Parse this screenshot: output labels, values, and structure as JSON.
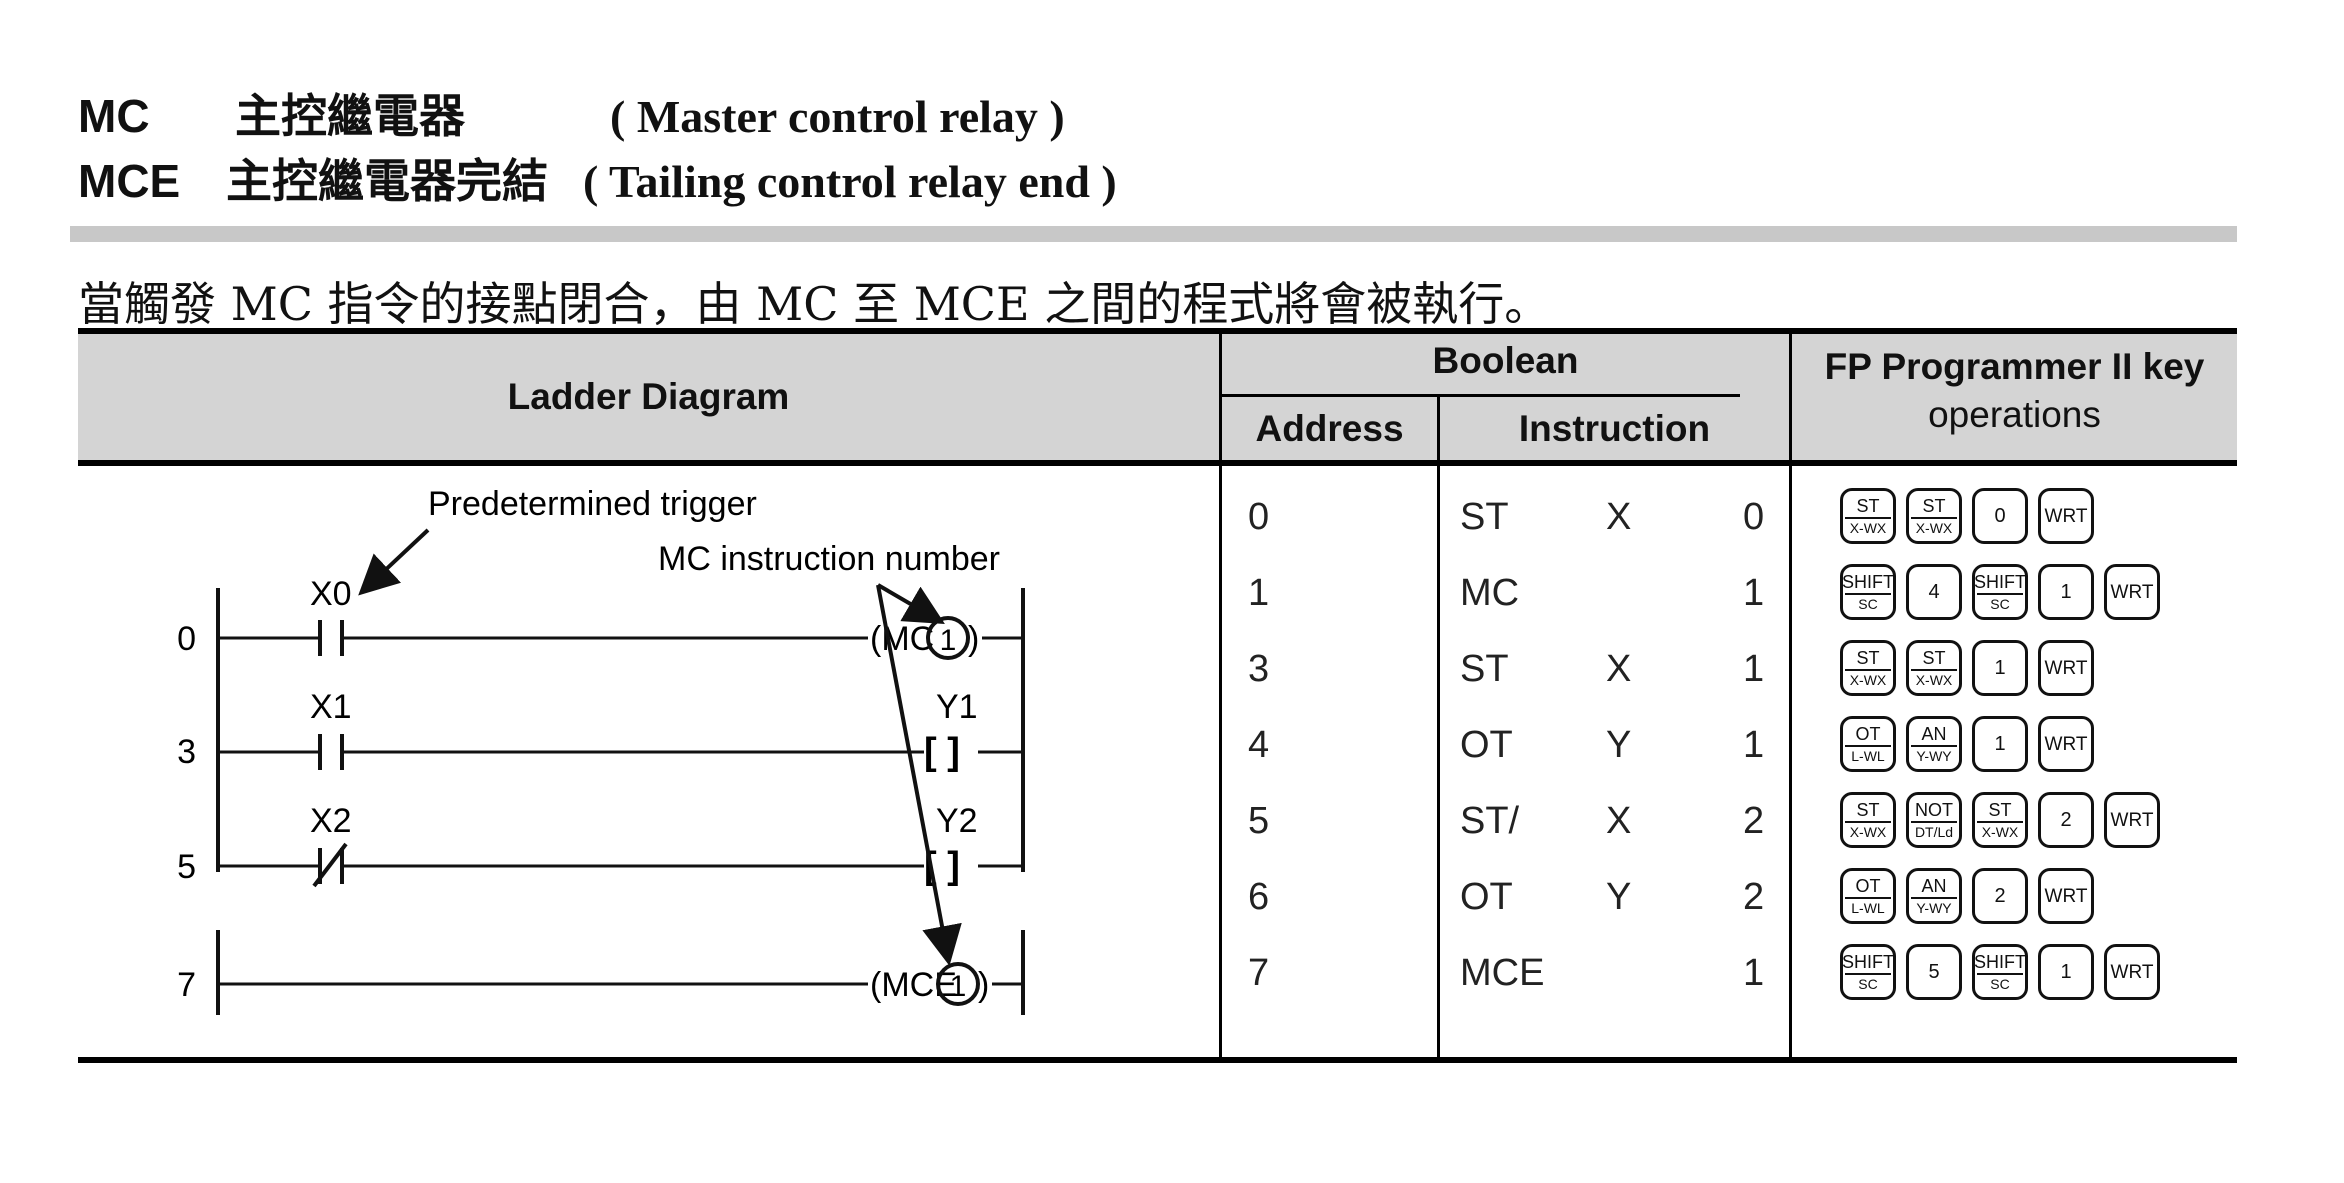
{
  "heading": {
    "line1": {
      "code": "MC",
      "zh": "主控繼電器",
      "en": "( Master control relay )"
    },
    "line2": {
      "code": "MCE",
      "zh": "主控繼電器完結",
      "en": "( Tailing control relay end )"
    }
  },
  "description": "當觸發 MC 指令的接點閉合，由 MC 至 MCE 之間的程式將會被執行。",
  "table": {
    "headers": {
      "ladder": "Ladder Diagram",
      "boolean": "Boolean",
      "address": "Address",
      "instruction": "Instruction",
      "fp_line1": "FP Programmer II key",
      "fp_line2": "operations"
    },
    "rows": [
      {
        "address": "0",
        "op": "ST",
        "dev": "X",
        "num": "0"
      },
      {
        "address": "1",
        "op": "MC",
        "dev": "",
        "num": "1"
      },
      {
        "address": "3",
        "op": "ST",
        "dev": "X",
        "num": "1"
      },
      {
        "address": "4",
        "op": "OT",
        "dev": "Y",
        "num": "1"
      },
      {
        "address": "5",
        "op": "ST/",
        "dev": "X",
        "num": "2"
      },
      {
        "address": "6",
        "op": "OT",
        "dev": "Y",
        "num": "2"
      },
      {
        "address": "7",
        "op": "MCE",
        "dev": "",
        "num": "1"
      }
    ],
    "keys": [
      [
        [
          "ST",
          "X-WX"
        ],
        [
          "ST",
          "X-WX"
        ],
        [
          "0",
          ""
        ],
        [
          "WRT",
          ""
        ]
      ],
      [
        [
          "SHIFT",
          "SC"
        ],
        [
          "4",
          ""
        ],
        [
          "SHIFT",
          "SC"
        ],
        [
          "1",
          ""
        ],
        [
          "WRT",
          ""
        ]
      ],
      [
        [
          "ST",
          "X-WX"
        ],
        [
          "ST",
          "X-WX"
        ],
        [
          "1",
          ""
        ],
        [
          "WRT",
          ""
        ]
      ],
      [
        [
          "OT",
          "L-WL"
        ],
        [
          "AN",
          "Y-WY"
        ],
        [
          "1",
          ""
        ],
        [
          "WRT",
          ""
        ]
      ],
      [
        [
          "ST",
          "X-WX"
        ],
        [
          "NOT",
          "DT/Ld"
        ],
        [
          "ST",
          "X-WX"
        ],
        [
          "2",
          ""
        ],
        [
          "WRT",
          ""
        ]
      ],
      [
        [
          "OT",
          "L-WL"
        ],
        [
          "AN",
          "Y-WY"
        ],
        [
          "2",
          ""
        ],
        [
          "WRT",
          ""
        ]
      ],
      [
        [
          "SHIFT",
          "SC"
        ],
        [
          "5",
          ""
        ],
        [
          "SHIFT",
          "SC"
        ],
        [
          "1",
          ""
        ],
        [
          "WRT",
          ""
        ]
      ]
    ]
  },
  "ladder": {
    "annotation_trigger": "Predetermined trigger",
    "annotation_mc_number": "MC instruction number",
    "rung_numbers": [
      "0",
      "3",
      "5",
      "7"
    ],
    "contacts": [
      "X0",
      "X1",
      "X2"
    ],
    "coils": [
      "Y1",
      "Y2"
    ],
    "mc_label": "(MC",
    "mce_label": "(MCE",
    "mc_number": "1",
    "mce_number": "1",
    "coil_symbol": "[ ]"
  }
}
